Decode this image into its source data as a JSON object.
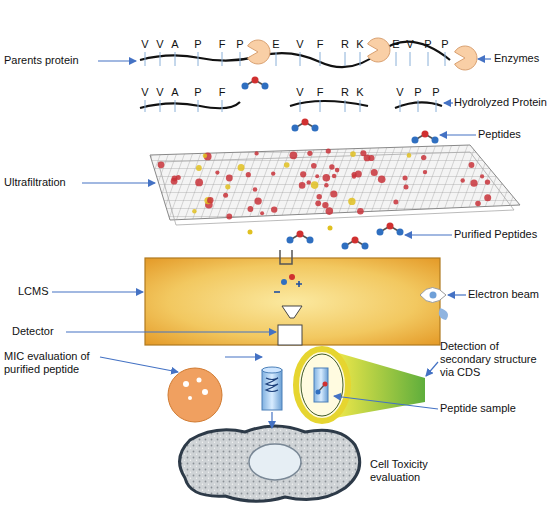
{
  "diagram": {
    "labels": [
      "Parents protein",
      "V",
      "V",
      "A",
      "P",
      "F",
      "P",
      "E",
      "V",
      "F",
      "R",
      "K",
      "E",
      "V",
      "P",
      "P",
      "Enzymes",
      "Hydrolyzed Protein",
      "V",
      "V",
      "A",
      "P",
      "F",
      "V",
      "F",
      "R",
      "K",
      "V",
      "P",
      "P",
      "Peptides",
      "Ultrafiltration",
      "Purified Peptides",
      "LCMS",
      "Electron beam",
      "Detector",
      "MIC evaluation of purified peptide",
      "Detection of secondary structure via CDS",
      "Peptide sample",
      "Cell Toxicity evaluation"
    ]
  }
}
